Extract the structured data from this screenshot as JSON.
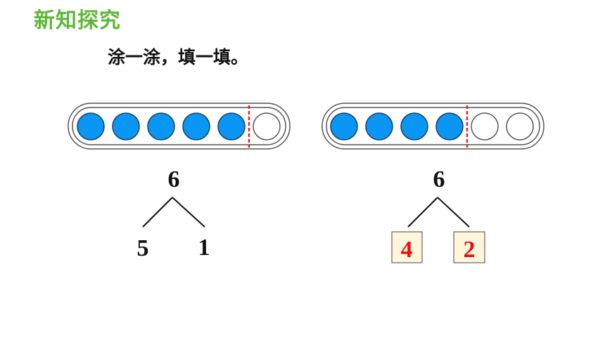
{
  "header": {
    "title": "新知探究"
  },
  "instruction": "涂一涂，填一填。",
  "colors": {
    "title": "#5fb63a",
    "filled_circle": "#0a96f4",
    "divider": "#e02020",
    "answer_text": "#e81010",
    "answer_box_bg": "#fff6dc"
  },
  "left_group": {
    "total_circles": 6,
    "filled_circles": 5,
    "whole": "6",
    "left_part": "5",
    "right_part": "1"
  },
  "right_group": {
    "total_circles": 6,
    "filled_circles": 4,
    "whole": "6",
    "left_answer": "4",
    "right_answer": "2"
  }
}
